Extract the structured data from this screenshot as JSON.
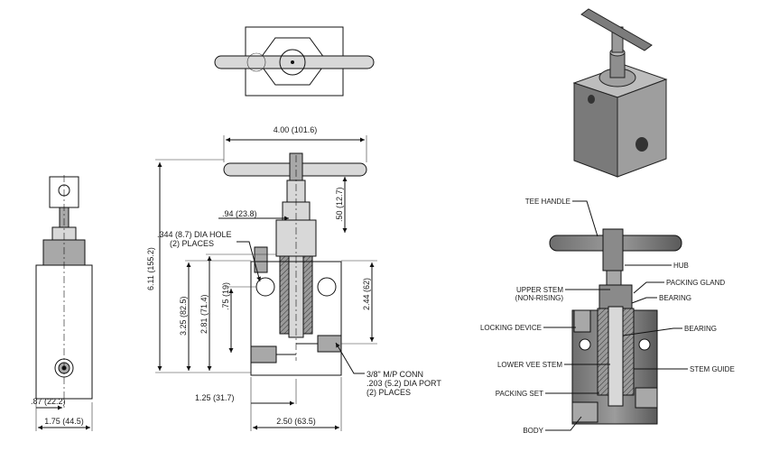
{
  "dimensions": {
    "handle_width": "4.00 (101.6)",
    "stem_offset": ".94 (23.8)",
    "handle_clearance": ".50 (12.7)",
    "hole_dia": ".344 (8.7) DIA HOLE",
    "hole_count": "(2) PLACES",
    "overall_height": "6.11 (155.2)",
    "body_height": "3.25 (82.5)",
    "port_center_height": "2.81 (71.4)",
    "port_offset": ".75 (19)",
    "mount_height": "2.44 (62)",
    "conn_size": "3/8\" M/P CONN",
    "port_dia": ".203 (5.2) DIA PORT",
    "port_count": "(2) PLACES",
    "half_width": "1.25 (31.7)",
    "body_width": "2.50 (63.5)",
    "side_offset": ".87 (22.2)",
    "side_width": "1.75 (44.5)"
  },
  "parts": {
    "tee_handle": "TEE HANDLE",
    "hub": "HUB",
    "upper_stem": "UPPER STEM",
    "upper_stem_note": "(NON-RISING)",
    "packing_gland": "PACKING GLAND",
    "bearing_top": "BEARING",
    "locking_device": "LOCKING DEVICE",
    "bearing_mid": "BEARING",
    "lower_vee_stem": "LOWER VEE STEM",
    "stem_guide": "STEM GUIDE",
    "packing_set": "PACKING SET",
    "body": "BODY"
  }
}
